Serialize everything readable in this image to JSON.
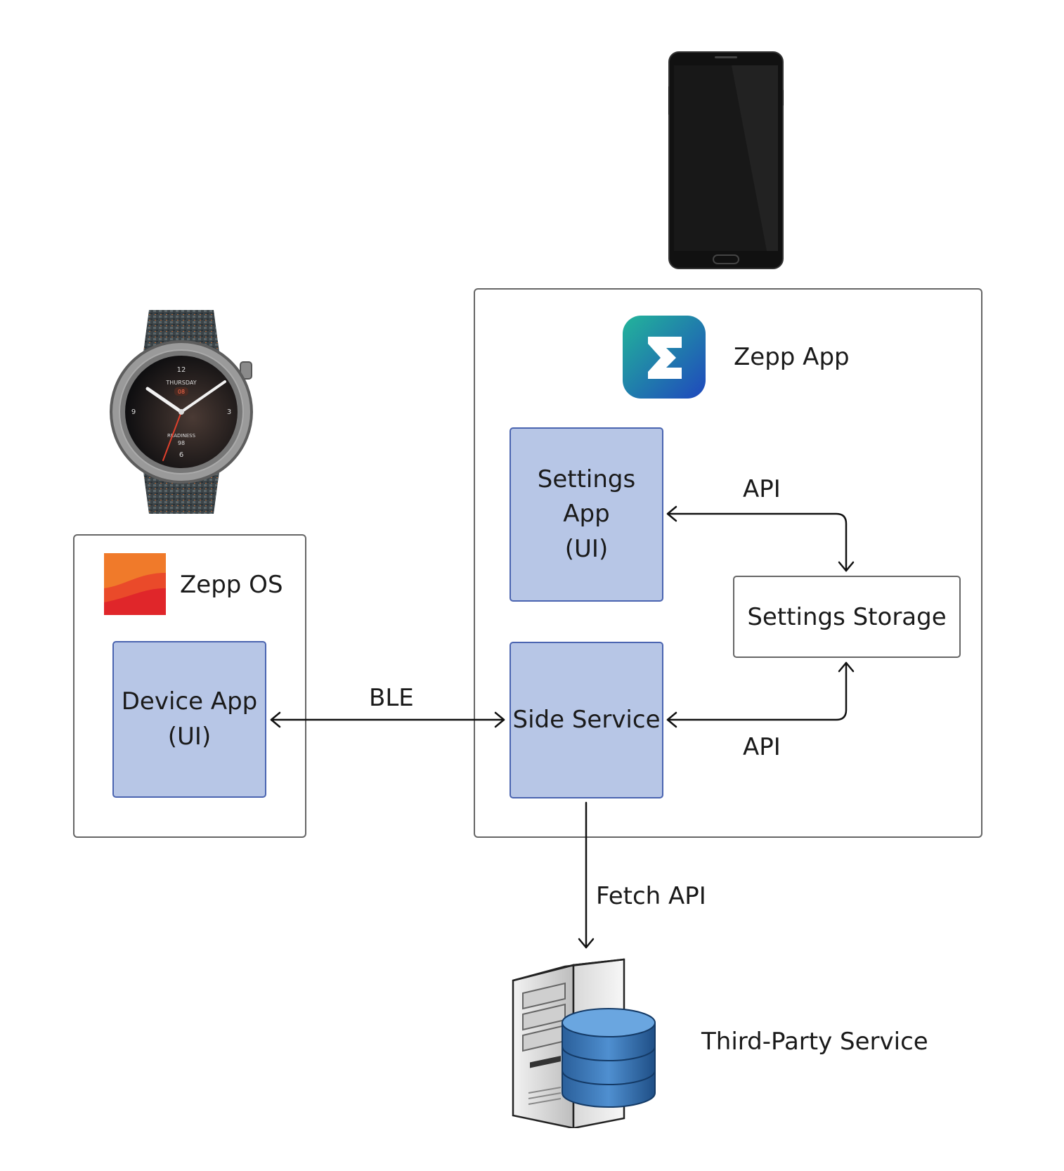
{
  "watch": {
    "os_label": "Zepp OS",
    "device_app_label": "Device App\n(UI)",
    "icon": "zepp-os-logo",
    "watch_face": {
      "day": "THURSDAY",
      "date": "08",
      "readiness_label": "READINESS",
      "readiness_value": "98",
      "dial_numbers": [
        "12",
        "3",
        "6",
        "9"
      ]
    }
  },
  "phone": {
    "app_label": "Zepp App",
    "icon": "zepp-app-sigma-icon",
    "settings_app_label": "Settings App\n(UI)",
    "side_service_label": "Side Service",
    "settings_storage_label": "Settings Storage"
  },
  "connections": {
    "ble_label": "BLE",
    "api_top_label": "API",
    "api_bottom_label": "API",
    "fetch_label": "Fetch API"
  },
  "server": {
    "label": "Third-Party Service",
    "icon": "server-database-icon"
  },
  "colors": {
    "blue_box_fill": "#b7c6e6",
    "blue_box_border": "#4a64b0",
    "zepp_os_red": "#e8372c",
    "zepp_os_orange": "#f07a2a",
    "zepp_app_teal": "#1fb39a",
    "zepp_app_blue": "#1f4fbf"
  }
}
